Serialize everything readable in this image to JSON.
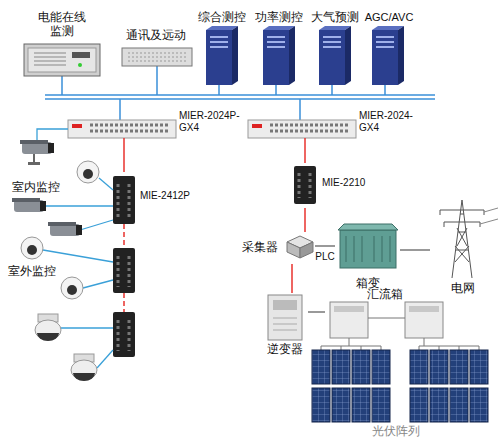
{
  "diagram": {
    "nodes": [
      {
        "text": [
          "电能在线监测"
        ]
      },
      {
        "text": [
          "通讯及远动"
        ]
      },
      {
        "text": [
          "综合测控"
        ]
      },
      {
        "text": [
          "功率测控"
        ]
      },
      {
        "text": [
          "大气预测"
        ]
      },
      {
        "text": [
          "AGC/AVC"
        ]
      },
      {
        "text": [
          "MIER-2024P-GX4"
        ]
      },
      {
        "text": [
          "MIER-2024-GX4"
        ]
      },
      {
        "text": [
          "MIE-2412P"
        ]
      },
      {
        "text": [
          "MIE-2210"
        ]
      },
      {
        "text": [
          "采集器"
        ]
      },
      {
        "text": [
          "箱变"
        ]
      },
      {
        "text": [
          "电网"
        ]
      },
      {
        "text": [
          "汇流箱"
        ]
      },
      {
        "text": [
          "逆变器"
        ]
      }
    ],
    "edges": [
      {
        "from": 6,
        "to": 8,
        "arrow": "none"
      },
      {
        "from": 7,
        "to": 9,
        "arrow": "none"
      },
      {
        "from": 9,
        "to": 10,
        "arrow": "none"
      },
      {
        "from": 10,
        "to": 11,
        "label": "PLC",
        "arrow": "none"
      },
      {
        "from": 11,
        "to": 12,
        "arrow": "none"
      },
      {
        "from": 10,
        "to": 14,
        "arrow": "none"
      },
      {
        "from": 14,
        "to": 13,
        "arrow": "none"
      }
    ],
    "labels": [
      "室内监控",
      "室外监控",
      "光伏阵列"
    ]
  }
}
